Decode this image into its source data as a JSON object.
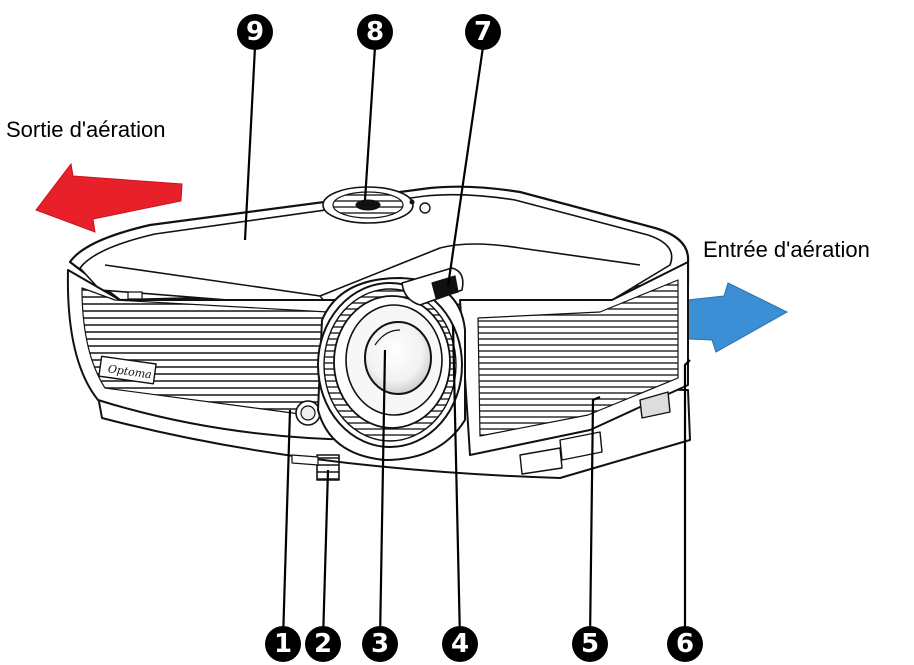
{
  "labels": {
    "exhaust": "Sortie d'aération",
    "intake": "Entrée d'aération"
  },
  "callouts": [
    "1",
    "2",
    "3",
    "4",
    "5",
    "6",
    "7",
    "8",
    "9"
  ],
  "colors": {
    "exhaust_arrow": "#e8202a",
    "intake_arrow": "#3c8fd4",
    "badge": "#000000",
    "outline": "#111111"
  }
}
